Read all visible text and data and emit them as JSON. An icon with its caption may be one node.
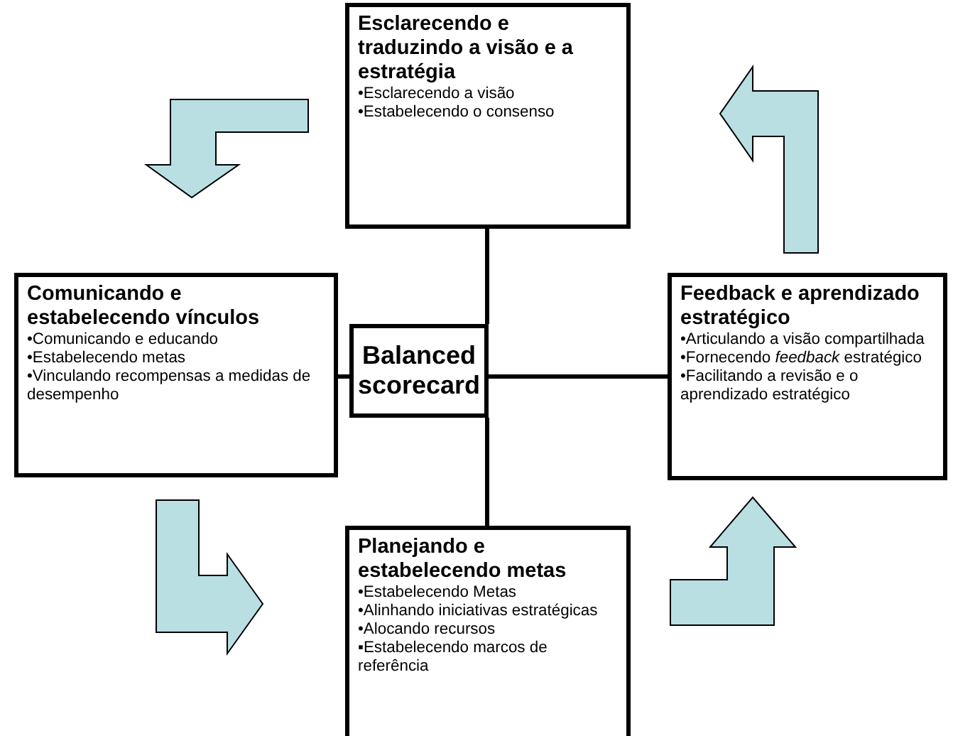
{
  "diagram": {
    "nodes": [
      {
        "text": [
          "Esclarecendo e traduzindo a visão e a estratégia",
          "•Esclarecendo a visão",
          "•Estabelecendo o consenso"
        ]
      },
      {
        "text": [
          "Comunicando e estabelecendo vínculos",
          "•Comunicando e educando",
          "•Estabelecendo metas",
          "•Vinculando recompensas a medidas de desempenho"
        ]
      },
      {
        "text": [
          "Balanced scorecard"
        ]
      },
      {
        "text": [
          "Feedback e aprendizado estratégico",
          "•Articulando a visão compartilhada",
          "•Fornecendo *feedback* estratégico",
          "•Facilitando a revisão e o aprendizado estratégico"
        ]
      },
      {
        "text": [
          "Planejando e estabelecendo metas",
          "•Estabelecendo Metas",
          "•Alinhando iniciativas estratégicas",
          "•Alocando recursos",
          "▪Estabelecendo marcos de referência"
        ]
      }
    ],
    "edges": [
      {
        "from": 2,
        "to": 0,
        "arrow": "none"
      },
      {
        "from": 2,
        "to": 1,
        "arrow": "none"
      },
      {
        "from": 2,
        "to": 3,
        "arrow": "none"
      },
      {
        "from": 2,
        "to": 4,
        "arrow": "none"
      },
      {
        "from": 0,
        "to": 1,
        "arrow": "to",
        "style": "thick",
        "color": "#b9dfe3"
      },
      {
        "from": 1,
        "to": 4,
        "arrow": "to",
        "style": "thick",
        "color": "#b9dfe3"
      },
      {
        "from": 4,
        "to": 3,
        "arrow": "to",
        "style": "thick",
        "color": "#b9dfe3"
      },
      {
        "from": 3,
        "to": 0,
        "arrow": "to",
        "style": "thick",
        "color": "#b9dfe3"
      }
    ]
  }
}
